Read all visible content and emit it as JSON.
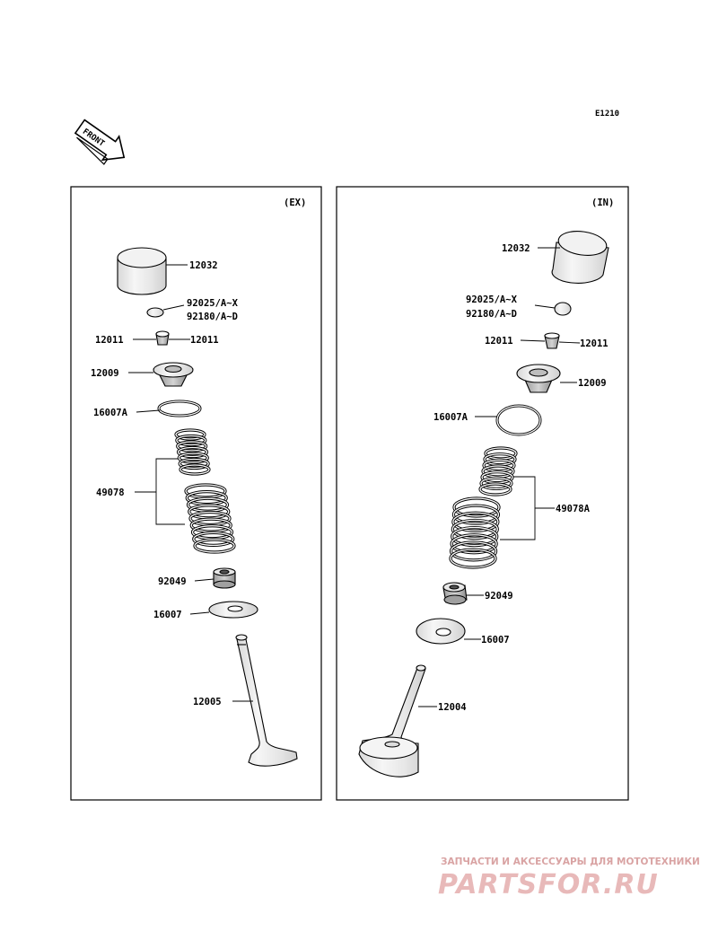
{
  "diagram_code": "E1210",
  "front_label": "FRONT",
  "ex_panel": {
    "title": "(EX)",
    "labels": {
      "tappet": "12032",
      "shim_a": "92025/A~X",
      "shim_b": "92180/A~D",
      "cotter_left": "12011",
      "cotter_right": "12011",
      "retainer": "12009",
      "washer_a": "16007A",
      "springs": "49078",
      "seal": "92049",
      "seat": "16007",
      "valve": "12005"
    }
  },
  "in_panel": {
    "title": "(IN)",
    "labels": {
      "tappet": "12032",
      "shim_a": "92025/A~X",
      "shim_b": "92180/A~D",
      "cotter_left": "12011",
      "cotter_right": "12011",
      "retainer": "12009",
      "washer_a": "16007A",
      "springs": "49078A",
      "seal": "92049",
      "seat": "16007",
      "valve": "12004"
    }
  },
  "watermark": {
    "tagline": "ЗАПЧАСТИ И АКСЕССУАРЫ ДЛЯ МОТОТЕХНИКИ",
    "brand": "PARTSFOR.RU"
  }
}
